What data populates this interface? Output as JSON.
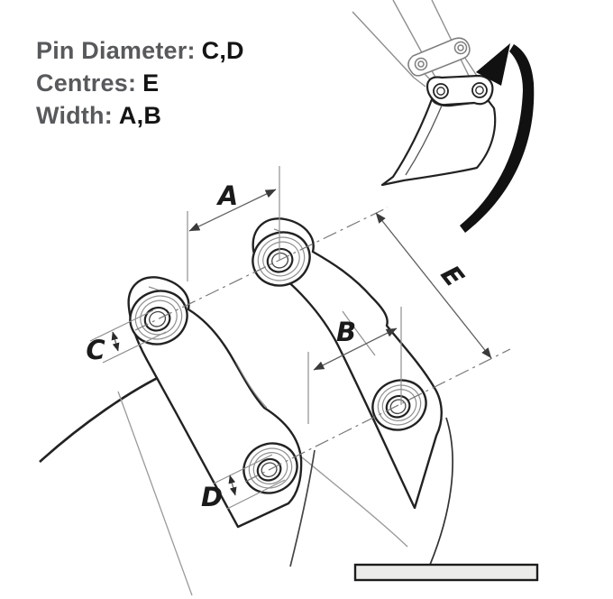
{
  "legend": {
    "rows": [
      {
        "label": "Pin Diameter:",
        "value": "C,D"
      },
      {
        "label": "Centres:",
        "value": "E"
      },
      {
        "label": "Width:",
        "value": "A,B"
      }
    ]
  },
  "dimensions": {
    "width_top": "A",
    "width_bottom": "B",
    "pin_top": "C",
    "pin_bottom": "D",
    "centres": "E"
  },
  "colors": {
    "legend_label": "#58595b",
    "legend_value": "#141414",
    "line_dark": "#222222",
    "line_light": "#909090",
    "dimension_line": "#606060",
    "ground_fill": "#ebebe9"
  }
}
